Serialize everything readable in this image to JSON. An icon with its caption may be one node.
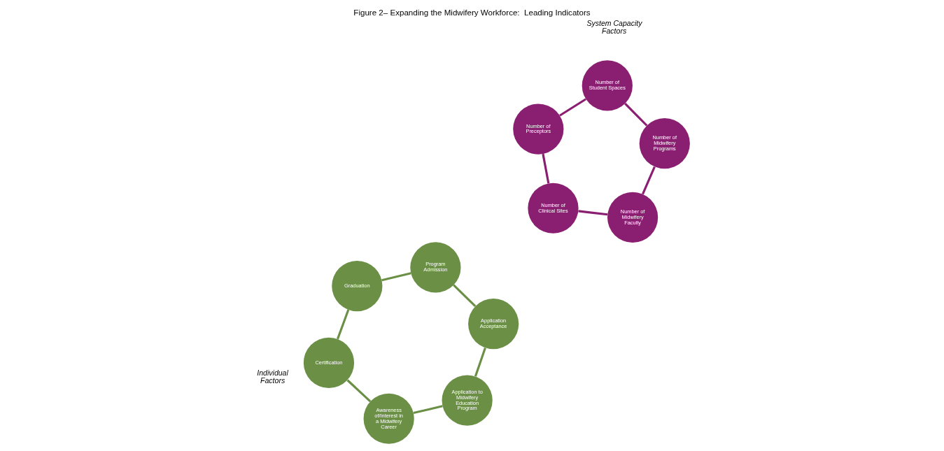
{
  "diagram": {
    "title": "Figure 2– Expanding the Midwifery Workforce:  Leading Indicators",
    "nodes": [
      {
        "text": [
          "Awareness of/Interest in a Midwifery Career"
        ]
      },
      {
        "text": [
          "Application to Midwifery Education Program"
        ]
      },
      {
        "text": [
          "Application Acceptance"
        ]
      },
      {
        "text": [
          "Program Admission"
        ]
      },
      {
        "text": [
          "Graduation"
        ]
      },
      {
        "text": [
          "Certification"
        ]
      },
      {
        "text": [
          "Number of Midwifery Programs"
        ]
      },
      {
        "text": [
          "Number of Midwifery Faculty"
        ]
      },
      {
        "text": [
          "Number of Clinical Sites"
        ]
      },
      {
        "text": [
          "Number of Preceptors"
        ]
      },
      {
        "text": [
          "Number of Student Spaces"
        ]
      }
    ],
    "edges": [
      {
        "from": 0,
        "to": 1,
        "arrow": "none"
      },
      {
        "from": 1,
        "to": 2,
        "arrow": "none"
      },
      {
        "from": 2,
        "to": 3,
        "arrow": "none"
      },
      {
        "from": 3,
        "to": 4,
        "arrow": "none"
      },
      {
        "from": 4,
        "to": 5,
        "arrow": "none"
      },
      {
        "from": 5,
        "to": 0,
        "arrow": "none"
      },
      {
        "from": 6,
        "to": 7,
        "arrow": "none",
        "color": "#8a1f72"
      },
      {
        "from": 7,
        "to": 8,
        "arrow": "none",
        "color": "#8a1f72"
      },
      {
        "from": 8,
        "to": 9,
        "arrow": "none",
        "color": "#8a1f72"
      },
      {
        "from": 9,
        "to": 10,
        "arrow": "none",
        "color": "#8a1f72"
      },
      {
        "from": 10,
        "to": 6,
        "arrow": "none",
        "color": "#8a1f72"
      }
    ],
    "labels": [
      "Individual Factors",
      "System Capacity Factors"
    ]
  }
}
